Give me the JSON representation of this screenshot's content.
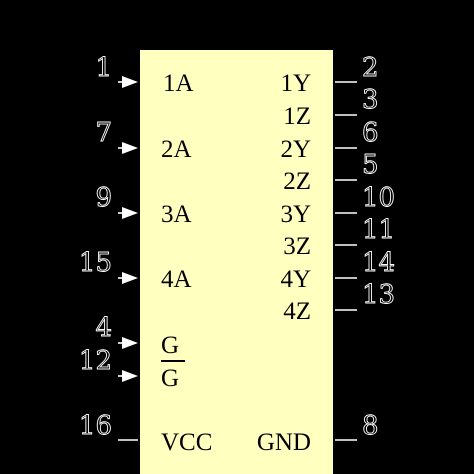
{
  "diagram": {
    "left_pins": [
      {
        "number": "1",
        "signal": "1A"
      },
      {
        "number": "7",
        "signal": "2A"
      },
      {
        "number": "9",
        "signal": "3A"
      },
      {
        "number": "15",
        "signal": "4A"
      },
      {
        "number": "4",
        "signal": "G"
      },
      {
        "number": "12",
        "signal": "G"
      }
    ],
    "right_pins": [
      {
        "number": "2",
        "signal": "1Y"
      },
      {
        "number": "3",
        "signal": "1Z"
      },
      {
        "number": "6",
        "signal": "2Y"
      },
      {
        "number": "5",
        "signal": "2Z"
      },
      {
        "number": "10",
        "signal": "3Y"
      },
      {
        "number": "11",
        "signal": "3Z"
      },
      {
        "number": "14",
        "signal": "4Y"
      },
      {
        "number": "13",
        "signal": "4Z"
      }
    ],
    "power": {
      "vcc_pin": "16",
      "vcc_label": "VCC",
      "gnd_pin": "8",
      "gnd_label": "GND"
    },
    "colors": {
      "body": "#ffffc0",
      "background": "#000000",
      "wire": "#ffffff"
    }
  }
}
